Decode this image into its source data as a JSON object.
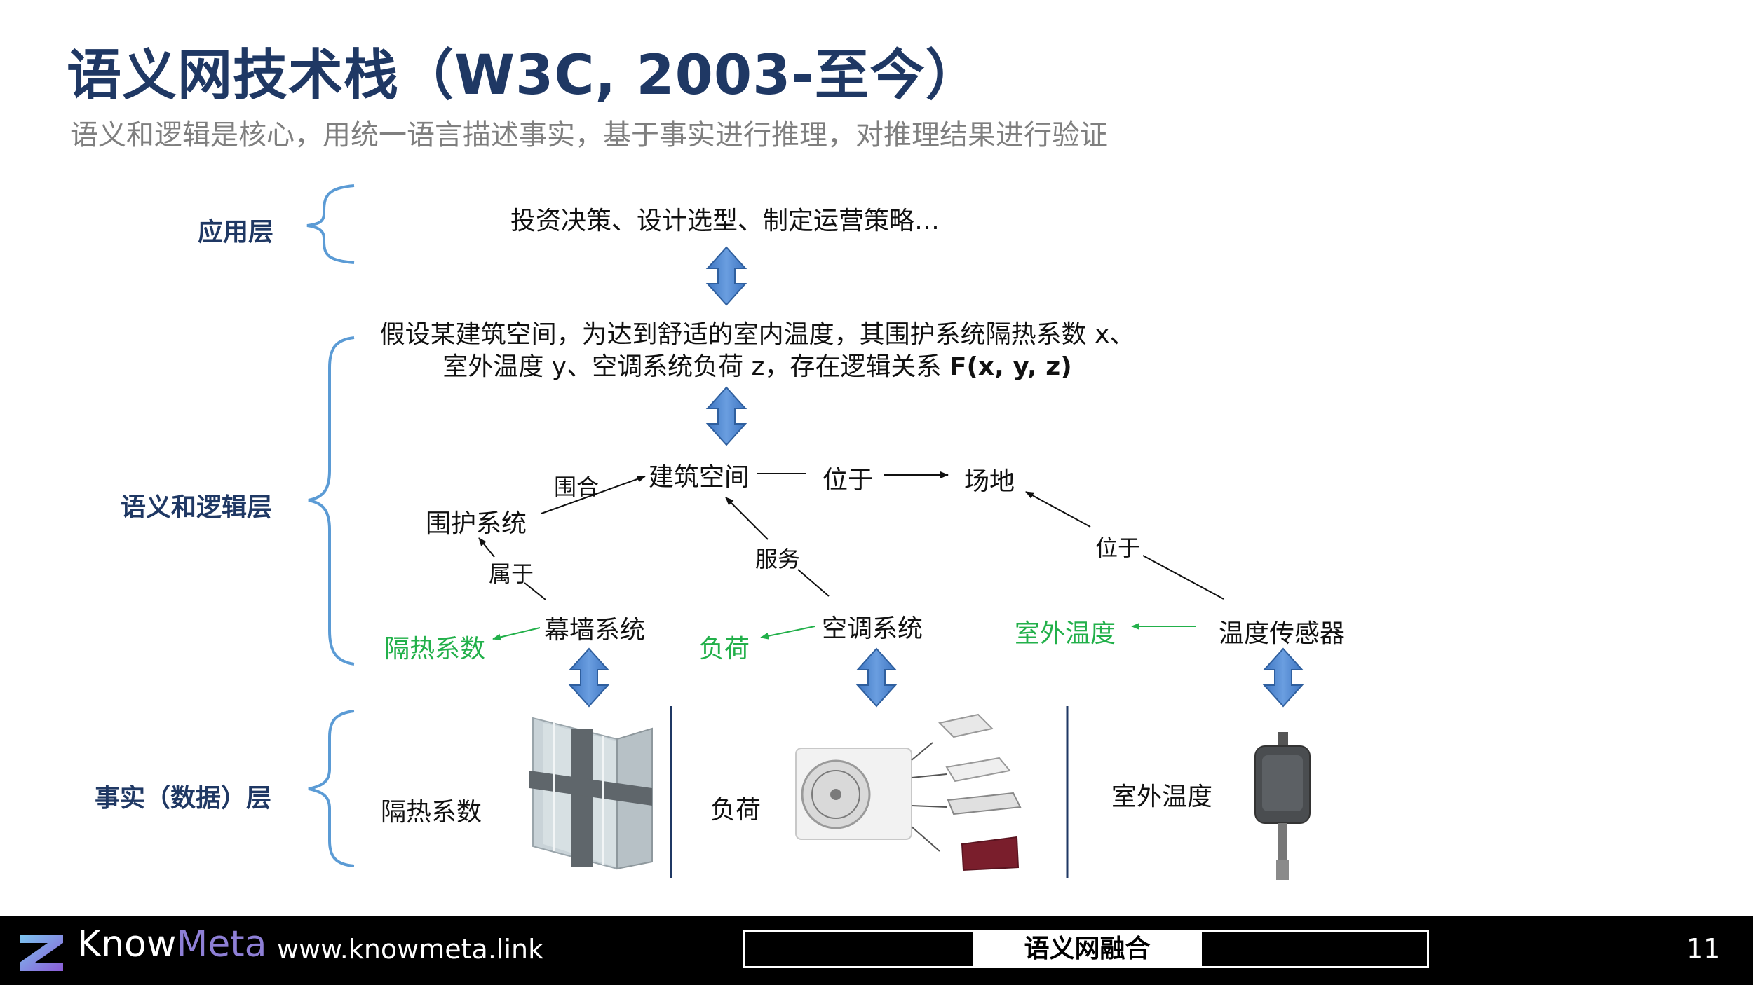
{
  "title": "语义网技术栈（W3C, 2003-至今）",
  "subtitle": "语义和逻辑是核心，用统一语言描述事实，基于事实进行推理，对推理结果进行验证",
  "layers": {
    "application": "应用层",
    "semantic_logic": "语义和逻辑层",
    "fact_data": "事实（数据）层"
  },
  "application_text": "投资决策、设计选型、制定运营策略…",
  "hypothesis": {
    "line1": "假设某建筑空间，为达到舒适的室内温度，其围护系统隔热系数 x、",
    "line2_prefix": "室外温度 y、空调系统负荷 z，存在逻辑关系 ",
    "line2_formula": "F(x, y, z)"
  },
  "graph": {
    "nodes": {
      "building_space": "建筑空间",
      "site": "场地",
      "envelope_system": "围护系统",
      "curtain_wall": "幕墙系统",
      "ac_system": "空调系统",
      "temp_sensor": "温度传感器",
      "insulation_coef": "隔热系数",
      "load": "负荷",
      "outdoor_temp": "室外温度"
    },
    "edges": {
      "enclose": "围合",
      "located_at_1": "位于",
      "located_at_2": "位于",
      "belongs_to": "属于",
      "serves": "服务"
    }
  },
  "facts": {
    "insulation": "隔热系数",
    "load": "负荷",
    "outdoor_temp": "室外温度"
  },
  "footer": {
    "brand_know": "Know",
    "brand_meta": "Meta",
    "url": "www.knowmeta.link",
    "tag": "语义网融合",
    "page_number": "11"
  },
  "colors": {
    "title": "#1f3864",
    "layer_label": "#1f3864",
    "brace": "#5b9bd5",
    "arrow_fill": "#5b8fd0",
    "green_label": "#22b04a",
    "footer_bg": "#000000",
    "brand_meta": "#8e7fd6"
  },
  "icons": {
    "double_arrow": "vertical-double-arrow-icon",
    "logo": "knowmeta-z-logo-icon"
  }
}
